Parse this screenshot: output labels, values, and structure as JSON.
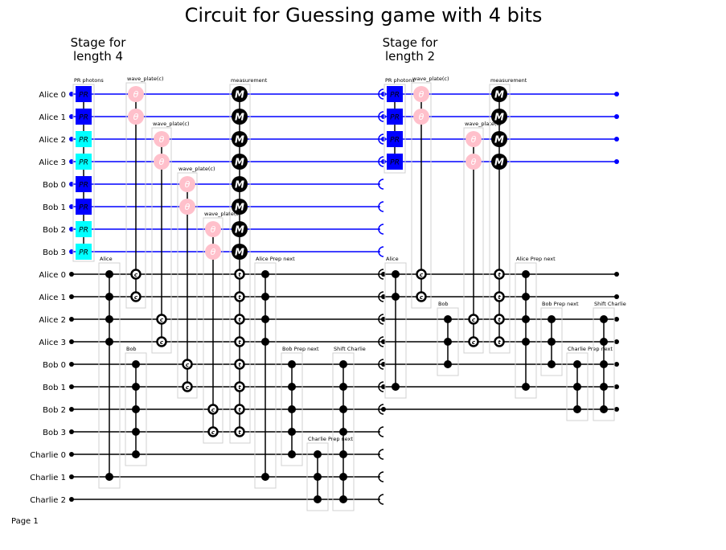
{
  "title": "Circuit for Guessing game with 4 bits",
  "page_label": "Page 1",
  "stages": [
    {
      "label_line1": "Stage for",
      "label_line2": "length 4"
    },
    {
      "label_line1": "Stage for",
      "label_line2": "length 2"
    }
  ],
  "qubit_labels": [
    "Alice 0",
    "Alice 1",
    "Alice 2",
    "Alice 3",
    "Bob 0",
    "Bob 1",
    "Bob 2",
    "Bob 3"
  ],
  "classical_labels": [
    "Alice 0",
    "Alice 1",
    "Alice 2",
    "Alice 3",
    "Bob 0",
    "Bob 1",
    "Bob 2",
    "Bob 3",
    "Charlie 0",
    "Charlie 1",
    "Charlie 2"
  ],
  "gate_text": {
    "pr": "PR",
    "theta": "θ",
    "measure": "M",
    "ctrl": "c",
    "test": "t"
  },
  "box_labels": {
    "pr_photons": "PR photons",
    "wave_plate": "wave_plate(c)",
    "measurement": "measurement",
    "alice": "Alice",
    "bob": "Bob",
    "alice_prep_next": "Alice Prep next",
    "bob_prep_next": "Bob Prep next",
    "charlie_prep_next": "Charlie Prep next",
    "shift_charlie": "Shift Charlie"
  },
  "colors": {
    "quantum_wire": "#0000ff",
    "classical_wire": "#000000",
    "pr_dark": "#0000ff",
    "pr_light": "#00ffff",
    "wave_plate": "#ffc0cb",
    "measure": "#000000",
    "box_outline": "#d0d0d0"
  },
  "stage1": {
    "pr_colors": [
      "dark",
      "dark",
      "light",
      "light",
      "dark",
      "dark",
      "light",
      "light"
    ],
    "wave_plates": [
      {
        "label": "wave_plate(c)",
        "qubits": [
          0,
          1
        ],
        "controls": [
          0,
          1
        ]
      },
      {
        "label": "wave_plate(c)",
        "qubits": [
          2,
          3
        ],
        "controls": [
          2,
          3
        ]
      },
      {
        "label": "wave_plate(c)",
        "qubits": [
          4,
          5
        ],
        "controls": [
          4,
          5
        ]
      },
      {
        "label": "wave_plate(c)",
        "qubits": [
          6,
          7
        ],
        "controls": [
          6,
          7
        ]
      }
    ],
    "measure_targets": [
      0,
      1,
      2,
      3,
      4,
      5,
      6,
      7
    ],
    "alice_wires": [
      0,
      1,
      2,
      3,
      9
    ],
    "bob_wires": [
      4,
      5,
      6,
      7,
      8
    ],
    "alice_prep_wires": [
      0,
      1,
      2,
      3,
      9
    ],
    "bob_prep_wires": [
      4,
      5,
      6,
      7,
      8
    ],
    "charlie_prep_wires": [
      8,
      9,
      10
    ],
    "shift_charlie_wires": [
      4,
      5,
      6,
      7,
      8,
      9,
      10
    ]
  },
  "stage2": {
    "active_qubits": [
      0,
      1,
      2,
      3
    ],
    "pr_colors": [
      "dark",
      "dark",
      "dark",
      "dark"
    ],
    "wave_plates": [
      {
        "label": "wave_plate(c)",
        "qubits": [
          0,
          1
        ],
        "controls": [
          0,
          1
        ]
      },
      {
        "label": "wave_plate(c)",
        "qubits": [
          2,
          3
        ],
        "controls": [
          2,
          3
        ]
      }
    ],
    "measure_targets": [
      0,
      1,
      2,
      3
    ],
    "alice_wires": [
      0,
      1,
      5
    ],
    "bob_wires": [
      2,
      3,
      4
    ],
    "alice_prep_wires": [
      0,
      1,
      2,
      3,
      5
    ],
    "bob_prep_wires": [
      2,
      3,
      4
    ],
    "charlie_prep_wires": [
      4,
      5,
      6
    ],
    "shift_charlie_wires": [
      2,
      3,
      4,
      5,
      6
    ]
  }
}
